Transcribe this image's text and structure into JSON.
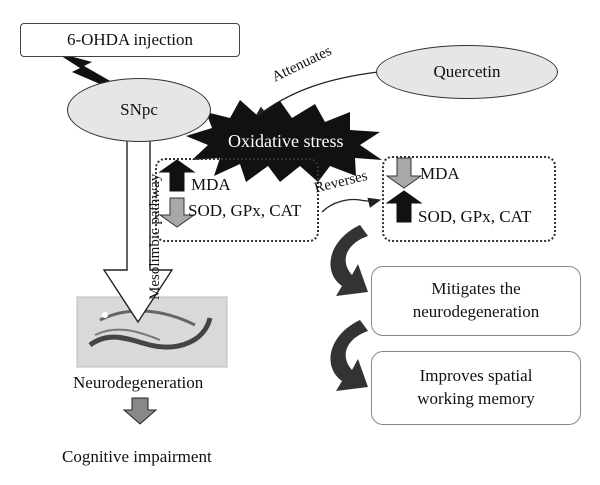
{
  "nodes": {
    "injection": "6-OHDA injection",
    "snpc": "SNpc",
    "quercetin": "Quercetin",
    "oxidative_stress": "Oxidative stress",
    "neurodegeneration": "Neurodegeneration",
    "cognitive_impairment": "Cognitive impairment",
    "mitigates": "Mitigates the neurodegeneration",
    "improves": "Improves spatial working memory"
  },
  "edges": {
    "attenuates": "Attenuates",
    "reverses": "Reverses",
    "mesolimbic": "Mesolimbic pathway"
  },
  "left_markers": {
    "mda": "MDA",
    "antioxidants": "SOD, GPx, CAT"
  },
  "right_markers": {
    "mda": "MDA",
    "antioxidants": "SOD, GPx, CAT"
  },
  "colors": {
    "ellipse_fill": "#e6e6e6",
    "up_arrow": "#111111",
    "down_arrow": "#a8a8a8",
    "curved_arrow": "#333333"
  }
}
